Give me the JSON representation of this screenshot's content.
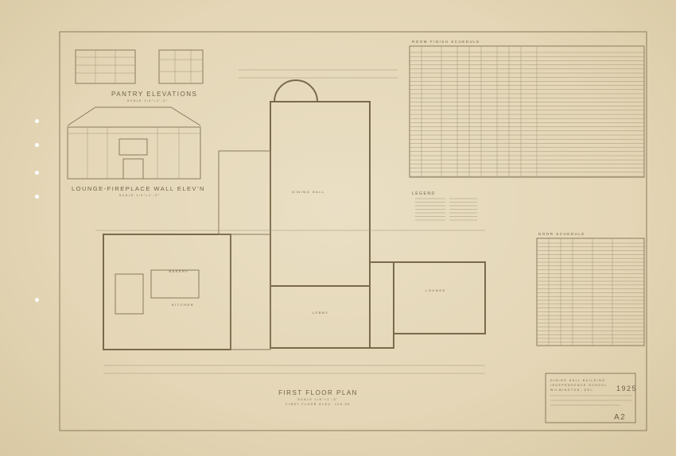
{
  "drawing": {
    "pantry_title": "PANTRY ELEVATIONS",
    "pantry_scale": "SCALE 1/4\"=1'-0\"",
    "lounge_title": "LOUNGE-FIREPLACE WALL ELEV'N",
    "lounge_scale": "SCALE 1/4\"=1'-0\"",
    "plan_title": "FIRST FLOOR PLAN",
    "plan_scale": "SCALE 1/8\"=1'-0\"",
    "plan_note": "FIRST FLOOR ELEV. 100.00",
    "rooms": {
      "dining": "DINING HALL",
      "lobby": "LOBBY",
      "lounge": "LOUNGE",
      "kitchen": "KITCHEN",
      "bakery": "BAKERY"
    },
    "finish_schedule_title": "ROOM FINISH SCHEDULE",
    "legend_title": "LEGEND",
    "door_schedule_title": "DOOR SCHEDULE",
    "title_block": {
      "line1": "DINING HALL BUILDING",
      "line2": "INDEPENDENCE SCHOOL",
      "line3": "WILMINGTON, DEL.",
      "year": "1925",
      "sheet": "A2"
    }
  }
}
